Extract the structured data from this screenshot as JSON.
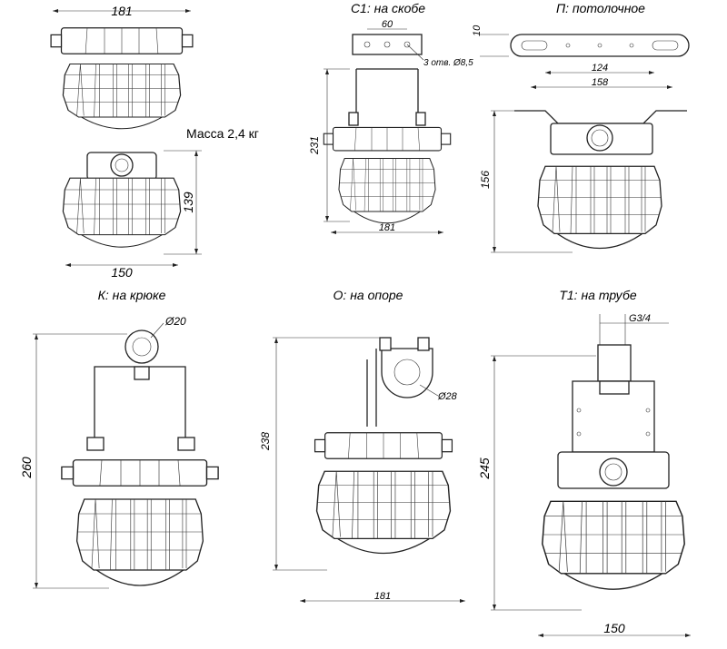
{
  "dims": {
    "d181_top": "181",
    "d60": "60",
    "d10": "10",
    "holes": "3 отв. Ø8,5",
    "d124": "124",
    "d158": "158",
    "d231": "231",
    "d181_c1": "181",
    "d156": "156",
    "d139": "139",
    "d150_left": "150",
    "d20": "Ø20",
    "d28": "Ø28",
    "d238": "238",
    "d181_o": "181",
    "g34": "G3/4",
    "d260": "260",
    "d245": "245",
    "d150_t1": "150"
  },
  "labels": {
    "mass": "Масса 2,4 кг",
    "c1": "С1: на скобе",
    "p": "П: потолочное",
    "k": "К: на крюке",
    "o": "О: на опоре",
    "t1": "Т1: на трубе"
  }
}
